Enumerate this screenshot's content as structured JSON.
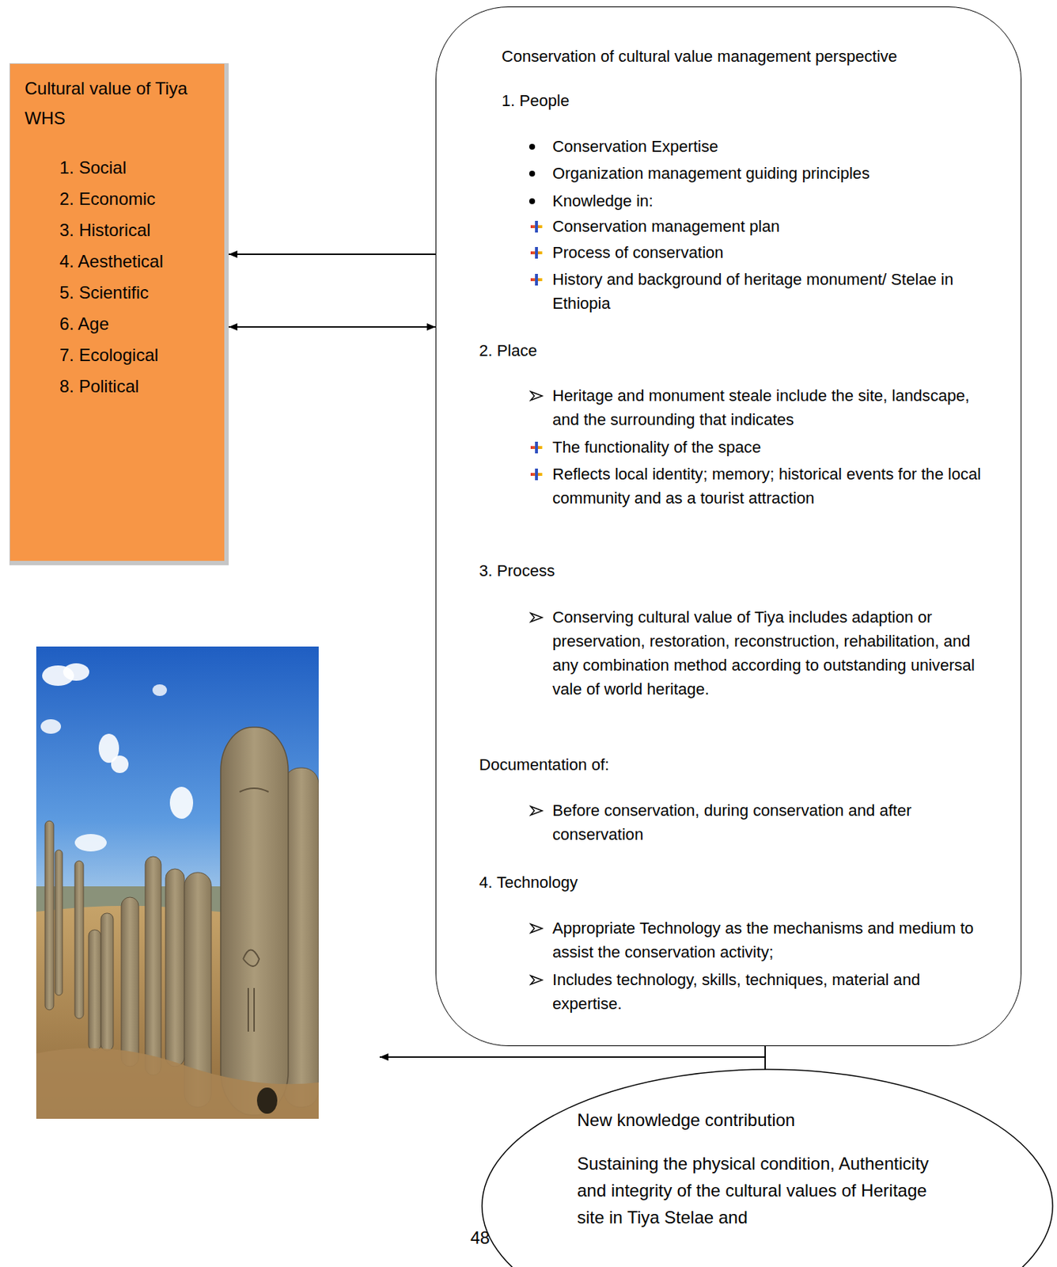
{
  "diagram": {
    "nodes": [
      {
        "text": [
          "Cultural value of Tiya WHS",
          "1. Social",
          "2. Economic",
          "3. Historical",
          "4. Aesthetical",
          "5. Scientific",
          "6. Age",
          "7. Ecological",
          "8. Political"
        ]
      },
      {
        "text": [
          "Conservation of cultural value management perspective",
          "1. People",
          "Conservation Expertise",
          "Organization management guiding principles",
          "Knowledge in:",
          "Conservation management plan",
          "Process of conservation",
          "History and background of heritage monument/ Stelae in Ethiopia",
          "2. Place",
          "Heritage and monument steale include the site, landscape, and the surrounding that indicates",
          "The functionality of the space",
          "Reflects local identity; memory; historical events for the local community and as a tourist attraction",
          "3. Process",
          "Conserving cultural value of Tiya includes adaption or preservation, restoration, reconstruction, rehabilitation, and any combination method according to outstanding universal vale of world heritage.",
          "Documentation of:",
          "Before conservation, during conservation and after conservation",
          "4. Technology",
          "Appropriate Technology as the mechanisms and medium to assist the conservation activity;",
          "Includes technology, skills, techniques, material and expertise."
        ]
      },
      {
        "text": [
          "New knowledge contribution",
          "Sustaining the physical condition, Authenticity and integrity of the cultural values of Heritage site in Tiya Stelae and"
        ]
      }
    ],
    "edges": [
      {
        "from": 1,
        "to": 0,
        "arrow": "to"
      },
      {
        "from": 0,
        "to": 1,
        "arrow": "both"
      },
      {
        "from": 1,
        "to": 2,
        "arrow": "none"
      }
    ],
    "labels": [
      "48"
    ]
  }
}
